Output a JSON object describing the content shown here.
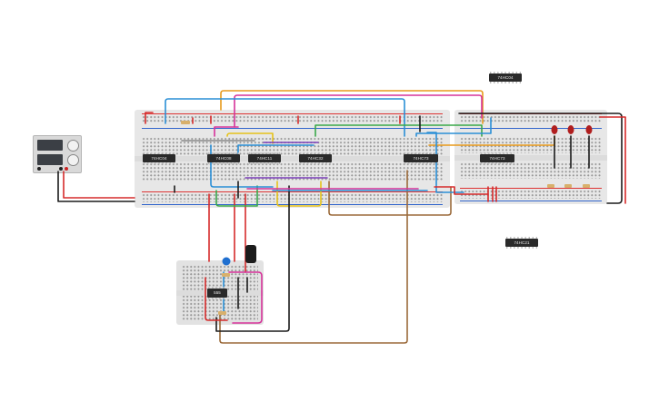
{
  "chips": [
    {
      "id": "u1",
      "label": "74HC04"
    },
    {
      "id": "u2",
      "label": "74HC08"
    },
    {
      "id": "u3",
      "label": "74HC11"
    },
    {
      "id": "u4",
      "label": "74HC32"
    },
    {
      "id": "u5",
      "label": "74HC73"
    },
    {
      "id": "u6",
      "label": "74HC73"
    },
    {
      "id": "u7",
      "label": "74HC04"
    },
    {
      "id": "u8",
      "label": "74HC21"
    },
    {
      "id": "u9",
      "label": "555"
    }
  ],
  "colors": {
    "red": "#d62b2b",
    "black": "#1c1c1c",
    "blue": "#2a8fd6",
    "orange": "#e89a1c",
    "green": "#3aa84a",
    "yellow": "#e6c21a",
    "magenta": "#d6339a",
    "purple": "#7a3fb8",
    "brown": "#9b6a3a",
    "gray": "#8a8a8a",
    "led": "#b01e1e"
  }
}
